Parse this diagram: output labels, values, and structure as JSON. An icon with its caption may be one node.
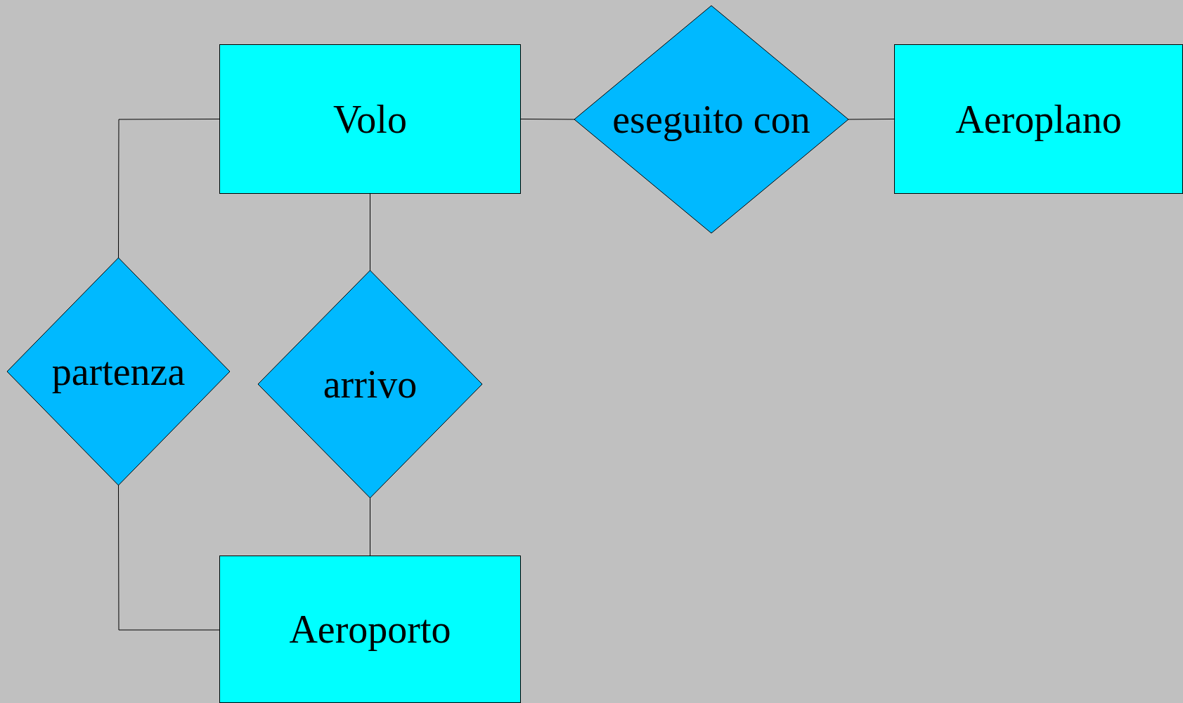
{
  "diagram": {
    "nodes": [
      {
        "text": [
          "Volo"
        ]
      },
      {
        "text": [
          "eseguito con"
        ]
      },
      {
        "text": [
          "Aeroplano"
        ]
      },
      {
        "text": [
          "partenza"
        ]
      },
      {
        "text": [
          "arrivo"
        ]
      },
      {
        "text": [
          "Aeroporto"
        ]
      }
    ],
    "edges": [
      {
        "from": 0,
        "to": 1,
        "arrow": "none"
      },
      {
        "from": 1,
        "to": 2,
        "arrow": "none"
      },
      {
        "from": 0,
        "to": 3,
        "arrow": "none"
      },
      {
        "from": 3,
        "to": 5,
        "arrow": "none"
      },
      {
        "from": 0,
        "to": 4,
        "arrow": "none"
      },
      {
        "from": 4,
        "to": 5,
        "arrow": "none"
      }
    ]
  }
}
